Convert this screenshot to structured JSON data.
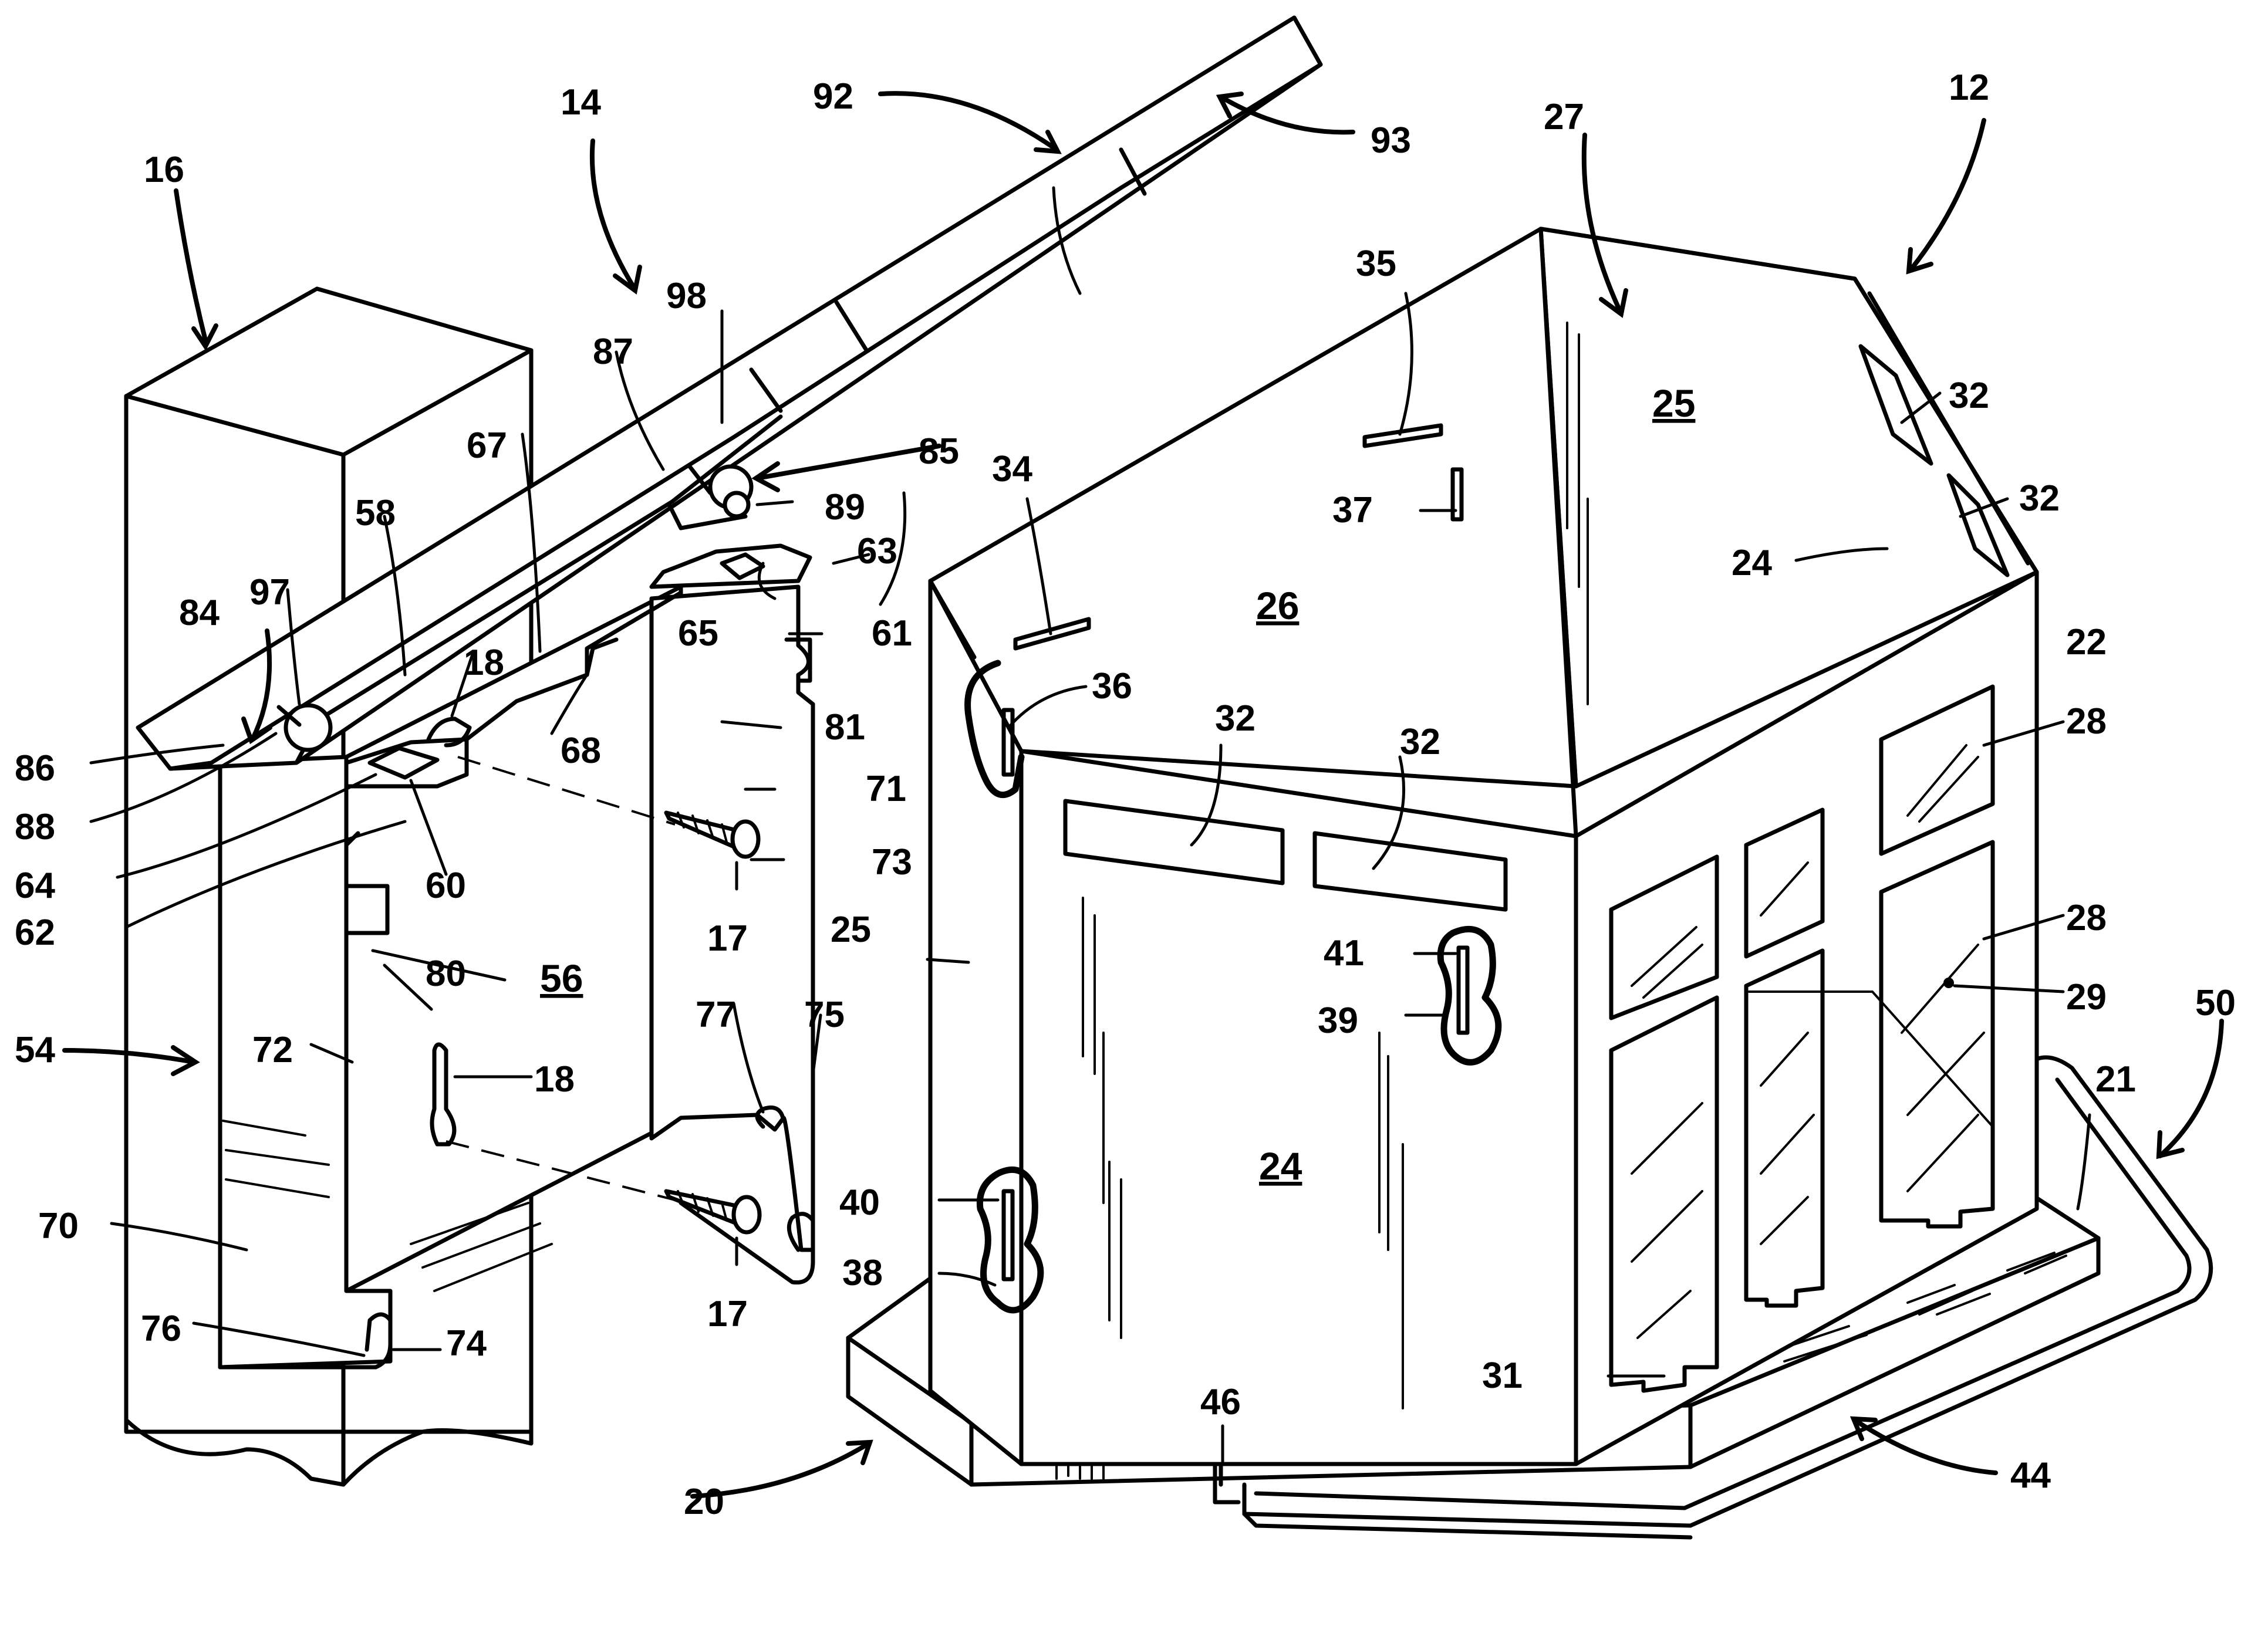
{
  "labels": {
    "n12": "12",
    "n14": "14",
    "n16": "16",
    "n17a": "17",
    "n17b": "17",
    "n18a": "18",
    "n18b": "18",
    "n20": "20",
    "n21": "21",
    "n22": "22",
    "n24a": "24",
    "n24b": "24",
    "n25a": "25",
    "n25b": "25",
    "n26": "26",
    "n27": "27",
    "n28a": "28",
    "n28b": "28",
    "n29": "29",
    "n31": "31",
    "n32a": "32",
    "n32b": "32",
    "n32c": "32",
    "n32d": "32",
    "n34": "34",
    "n35": "35",
    "n36": "36",
    "n37": "37",
    "n38": "38",
    "n39": "39",
    "n40": "40",
    "n41": "41",
    "n44": "44",
    "n46": "46",
    "n50": "50",
    "n54": "54",
    "n56": "56",
    "n58": "58",
    "n60": "60",
    "n61": "61",
    "n62": "62",
    "n63": "63",
    "n64": "64",
    "n65": "65",
    "n67": "67",
    "n68": "68",
    "n70": "70",
    "n71": "71",
    "n72": "72",
    "n73": "73",
    "n74": "74",
    "n75": "75",
    "n76": "76",
    "n77": "77",
    "n80": "80",
    "n81": "81",
    "n84": "84",
    "n85": "85",
    "n86": "86",
    "n87": "87",
    "n88": "88",
    "n89": "89",
    "n92": "92",
    "n93": "93",
    "n97": "97",
    "n98": "98"
  }
}
